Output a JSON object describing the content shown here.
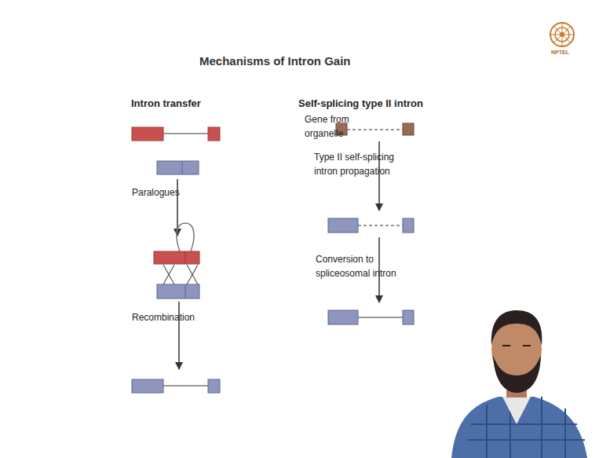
{
  "diagram": {
    "title": "Mechanisms of Intron Gain",
    "labels": [
      "NPTEL",
      "Intron transfer",
      "Paralogues",
      "Recombination",
      "Self-splicing type II intron",
      "Gene from organelle",
      "Type II self-splicing intron propagation",
      "Conversion to spliceosomal intron"
    ]
  }
}
